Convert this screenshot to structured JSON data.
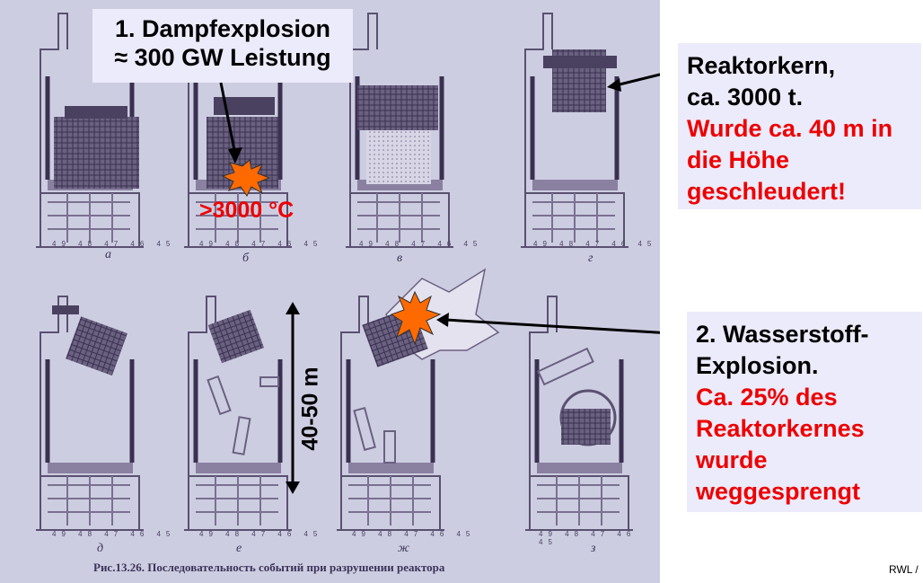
{
  "callouts": {
    "steam_explosion": {
      "line1": "1. Dampfexplosion",
      "line2": "≈ 300 GW Leistung"
    },
    "temperature": ">3000 °C",
    "reactor_core": {
      "line1": "Reaktorkern,",
      "line2": "ca. 3000 t.",
      "red1": "Wurde ca. 40 m in",
      "red2": "die Höhe",
      "red3": "geschleudert!"
    },
    "hydrogen_explosion": {
      "line1": "2. Wasserstoff-",
      "line2": "Explosion.",
      "red1": "Ca. 25% des",
      "red2": "Reaktorkernes",
      "red3": "wurde",
      "red4": "weggesprengt"
    },
    "height": "40-50 m"
  },
  "figure": {
    "caption": "Рис.13.26. Последовательность событий при разрушении реактора",
    "panel_letters": [
      "а",
      "б",
      "в",
      "г",
      "д",
      "е",
      "ж",
      "з"
    ],
    "axis_ticks": "49 48 47 46 45"
  },
  "footer": "RWL /",
  "colors": {
    "red_text": "#ee0000",
    "explosion": "#ff6a00",
    "callout_bg": "#ecebfb",
    "photo_bg": "#cdcde2"
  }
}
